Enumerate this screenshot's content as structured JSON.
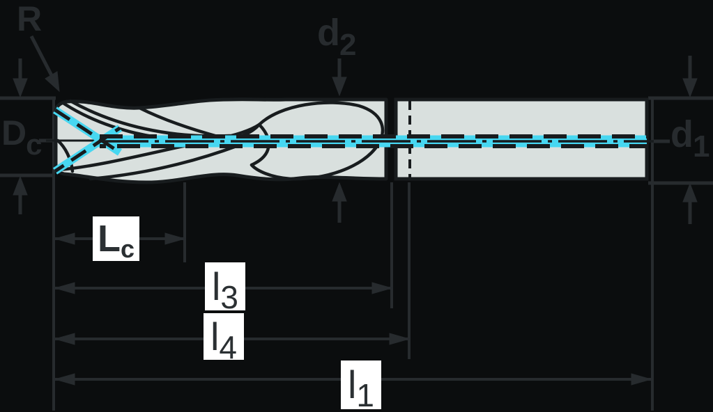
{
  "drawing": {
    "labels": {
      "corner_radius": {
        "main": "R",
        "sub": ""
      },
      "cutting_diameter": {
        "main": "D",
        "sub": "c"
      },
      "neck_diameter": {
        "main": "d",
        "sub": "2"
      },
      "shank_diameter": {
        "main": "d",
        "sub": "1"
      },
      "flute_length": {
        "main": "L",
        "sub": "c"
      },
      "length_l3": {
        "main": "l",
        "sub": "3"
      },
      "length_l4": {
        "main": "l",
        "sub": "4"
      },
      "overall_length": {
        "main": "l",
        "sub": "1"
      }
    }
  },
  "colors": {
    "background": "#0b0d0e",
    "line": "#272b2e",
    "outline": "#181c1e",
    "body_fill": "#d9e0de",
    "centerline": "#47d7f1",
    "label_box": "#ffffff"
  }
}
